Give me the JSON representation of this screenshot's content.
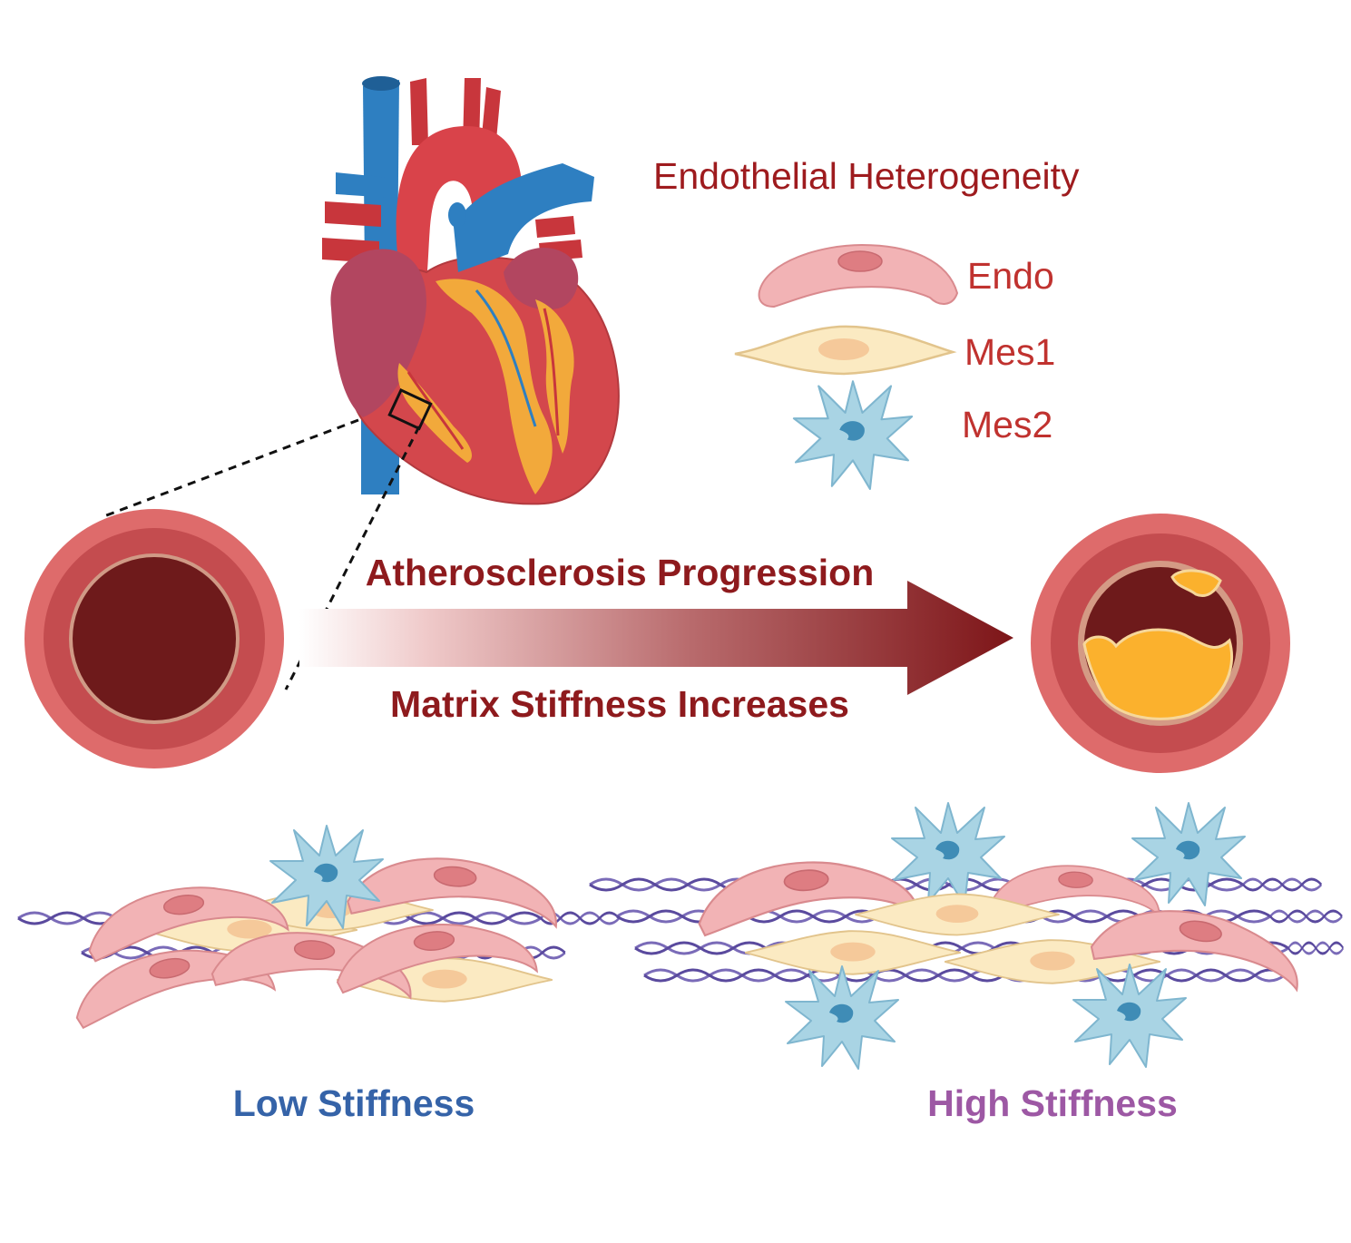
{
  "heterogeneity_title": "Endothelial Heterogeneity",
  "legend": [
    {
      "label": "Endo",
      "icon": "elongated-pink-cell-icon"
    },
    {
      "label": "Mes1",
      "icon": "spindle-yellow-cell-icon"
    },
    {
      "label": "Mes2",
      "icon": "stellate-blue-cell-icon"
    }
  ],
  "progression_label": "Atherosclerosis Progression",
  "stiffness_label": "Matrix Stiffness Increases",
  "low_stiffness_label": "Low Stiffness",
  "high_stiffness_label": "High Stiffness",
  "colors": {
    "label_red": "#9e1b1e",
    "arrow_dark": "#7d1518",
    "low_blue": "#3563a8",
    "high_purple": "#9d58a4",
    "endo_fill": "#f2b3b5",
    "endo_nucleus": "#de7d82",
    "mes1_fill": "#fbeac2",
    "mes1_nucleus": "#f5c99a",
    "mes2_fill": "#a9d4e4",
    "mes2_nucleus": "#3f8cb6",
    "vessel_outer": "#de6b6b",
    "vessel_inner": "#c44c4f",
    "lumen": "#6e1a1b",
    "plaque": "#fbb12d"
  }
}
